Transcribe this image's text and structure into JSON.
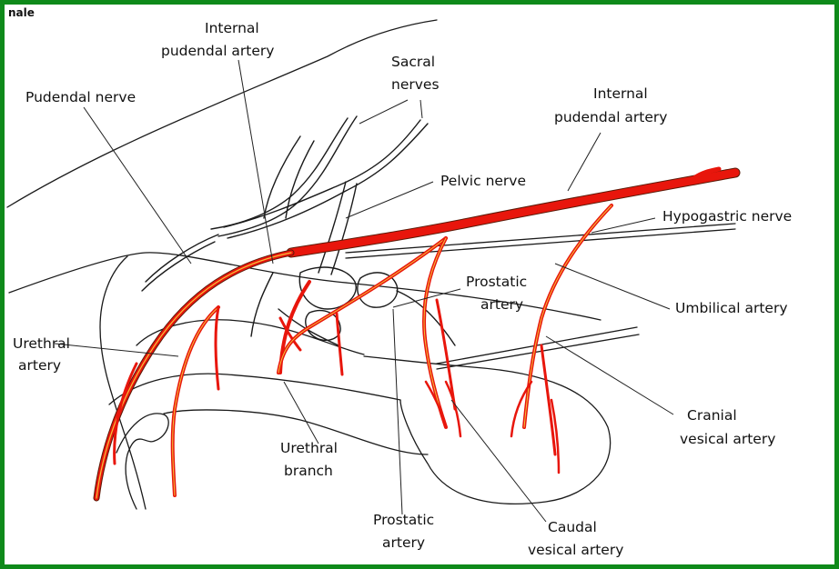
{
  "frame": {
    "border_color": "#0f8a1a"
  },
  "corner_label": "nale",
  "colors": {
    "artery": "#e8160c",
    "artery_shadow": "#5a1a08",
    "artery_highlight": "#f7c23a",
    "outline": "#1a1a1a"
  },
  "labels": {
    "internal_pudendal_artery_top": [
      "Internal",
      "pudendal artery"
    ],
    "sacral_nerves": [
      "Sacral",
      "nerves"
    ],
    "pudendal_nerve": "Pudendal nerve",
    "internal_pudendal_artery_right": [
      "Internal",
      "pudendal artery"
    ],
    "pelvic_nerve": "Pelvic nerve",
    "hypogastric_nerve": "Hypogastric nerve",
    "prostatic_artery_upper": [
      "Prostatic",
      "artery"
    ],
    "umbilical_artery": "Umbilical artery",
    "urethral_artery": [
      "Urethral",
      "artery"
    ],
    "cranial_vesical_artery": [
      "Cranial",
      "vesical artery"
    ],
    "urethral_branch": [
      "Urethral",
      "branch"
    ],
    "prostatic_artery_lower": [
      "Prostatic",
      "artery"
    ],
    "caudal_vesical_artery": [
      "Caudal",
      "vesical artery"
    ]
  }
}
